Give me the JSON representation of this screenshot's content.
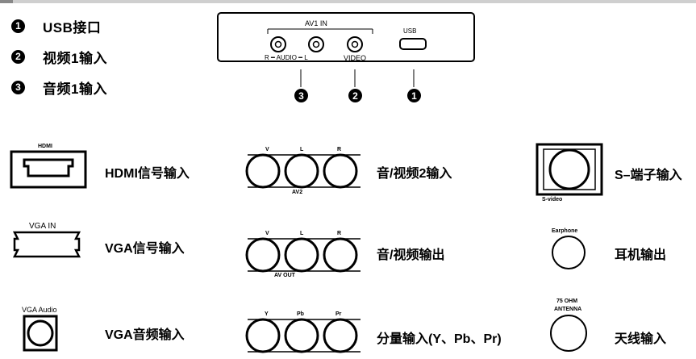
{
  "legend": [
    {
      "num": "1",
      "text": "USB接口"
    },
    {
      "num": "2",
      "text": "视频1输入"
    },
    {
      "num": "3",
      "text": "音频1输入"
    }
  ],
  "panel": {
    "av1_label": "AV1 IN",
    "audio_label": "R ━ AUDIO ━ L",
    "video_label": "VIDEO",
    "usb_label": "USB",
    "callouts": [
      "3",
      "2",
      "1"
    ]
  },
  "ports": {
    "hdmi": {
      "tag": "HDMI",
      "label": "HDMI信号输入"
    },
    "av2": {
      "tags": [
        "V",
        "L",
        "R"
      ],
      "sub": "AV2",
      "label": "音/视频2输入"
    },
    "svideo": {
      "tag": "S-video",
      "label": "S–端子输入"
    },
    "vga": {
      "tag": "VGA IN",
      "label": "VGA信号输入"
    },
    "avout": {
      "tags": [
        "V",
        "L",
        "R"
      ],
      "sub": "AV OUT",
      "label": "音/视频输出"
    },
    "earphone": {
      "tag": "Earphone",
      "label": "耳机输出"
    },
    "vga_audio": {
      "tag": "VGA Audio",
      "label": "VGA音频输入"
    },
    "component": {
      "tags": [
        "Y",
        "Pb",
        "Pr"
      ],
      "label": "分量输入(Y、Pb、Pr)"
    },
    "antenna": {
      "tag1": "75 OHM",
      "tag2": "ANTENNA",
      "label": "天线输入"
    }
  }
}
